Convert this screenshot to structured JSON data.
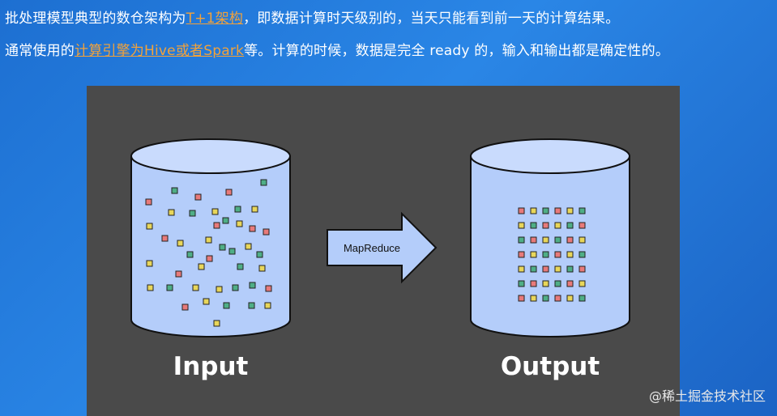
{
  "text": {
    "line1_a": "批处理模型典型的数仓架构为",
    "line1_hl": "T+1架构",
    "line1_b": "，即数据计算时天级别的，当天只能看到前一天的计算结果。",
    "line2_a": "通常使用的",
    "line2_hl": "计算引擎为Hive或者Spark",
    "line2_b": "等。计算的时候，数据是完全 ready 的，输入和输出都是确定性的。"
  },
  "diagram": {
    "input_label": "Input",
    "output_label": "Output",
    "arrow_label": "MapReduce"
  },
  "watermark": "@稀土掘金技术社区",
  "colors": {
    "accent": "#f2a23a",
    "panel": "#4a4a4a",
    "cylinder": "#b4cdfa",
    "dot_red": "#e87a7a",
    "dot_yellow": "#e8d65a",
    "dot_green": "#4fae86"
  }
}
